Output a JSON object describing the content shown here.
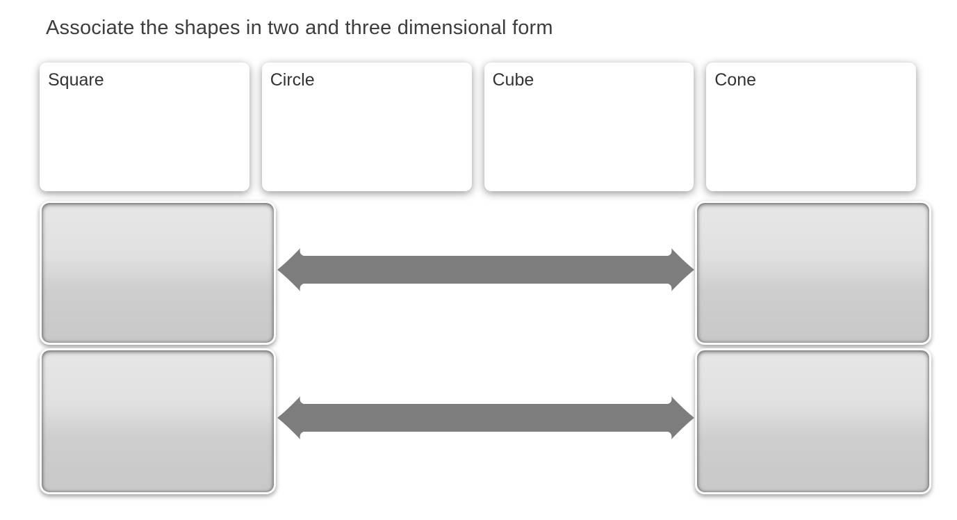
{
  "page": {
    "title": "Associate the shapes in two and three dimensional form"
  },
  "word_bank": {
    "cards": [
      {
        "label": "Square"
      },
      {
        "label": "Circle"
      },
      {
        "label": "Cube"
      },
      {
        "label": "Cone"
      }
    ]
  },
  "matching": {
    "rows": [
      {
        "left_slot": "",
        "right_slot": ""
      },
      {
        "left_slot": "",
        "right_slot": ""
      }
    ]
  },
  "colors": {
    "arrow": "#7d7d7d",
    "zone_top": "#e7e7e7",
    "zone_bottom": "#c8c8c8",
    "card_bg": "#ffffff",
    "title_text": "#3d3d3d",
    "card_text": "#333333"
  }
}
